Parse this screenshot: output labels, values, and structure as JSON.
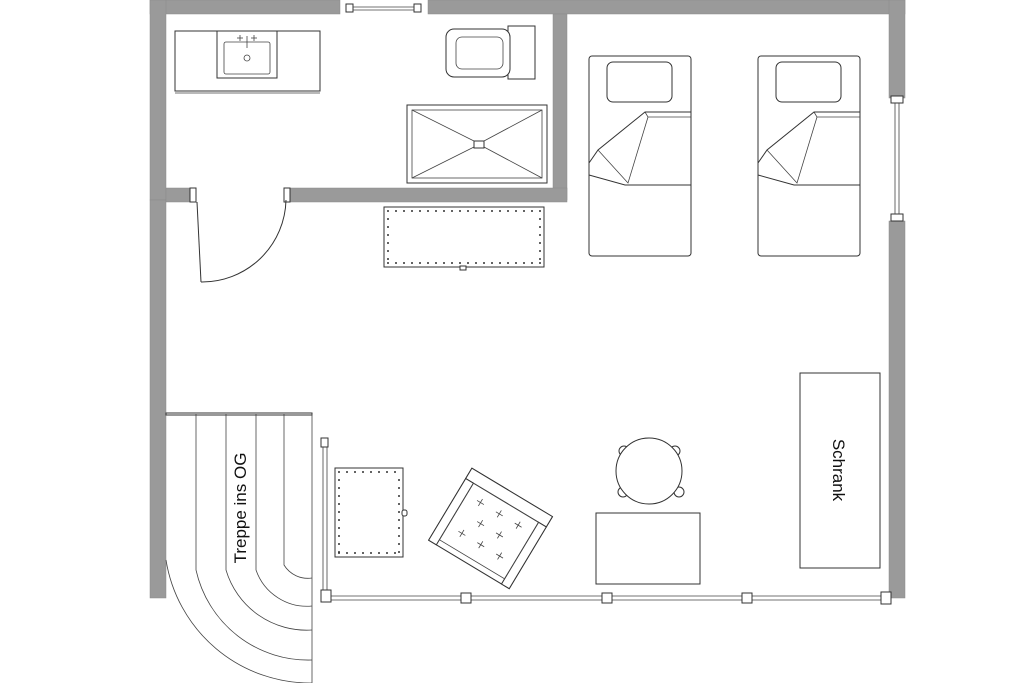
{
  "plan": {
    "labels": {
      "stairs": "Treppe ins OG",
      "wardrobe": "Schrank"
    },
    "colors": {
      "wall": "#9a9a9a",
      "line": "#333333",
      "background": "#ffffff"
    },
    "rooms": [
      "bathroom",
      "bedroom",
      "living-room"
    ],
    "fixtures": [
      "sink",
      "toilet",
      "shower-tray",
      "bed",
      "bed",
      "bench",
      "coffee-table",
      "armchair",
      "round-table",
      "desk",
      "wardrobe",
      "stairs",
      "door",
      "window"
    ]
  }
}
